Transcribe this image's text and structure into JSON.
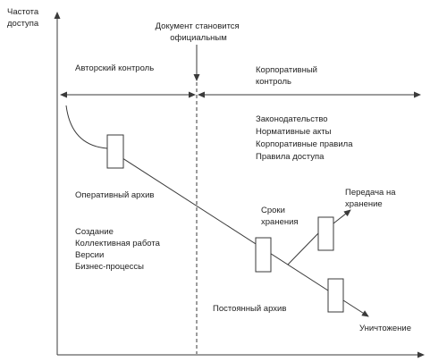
{
  "y_axis_label": [
    "Частота",
    "доступа"
  ],
  "milestone_label": [
    "Документ становится",
    "официальным"
  ],
  "phase_author": "Авторский контроль",
  "phase_corporate": [
    "Корпоративный",
    "контроль"
  ],
  "regulations": [
    "Законодательство",
    "Нормативные акты",
    "Корпоративные правила",
    "Правила доступа"
  ],
  "operational_archive": "Оперативный архив",
  "creation_items": [
    "Создание",
    "Коллективная работа",
    "Версии",
    "Бизнес-процессы"
  ],
  "retention_label": [
    "Сроки",
    "хранения"
  ],
  "transfer_label": [
    "Передача на",
    "хранение"
  ],
  "permanent_archive": "Постоянный архив",
  "destruction": "Уничтожение"
}
